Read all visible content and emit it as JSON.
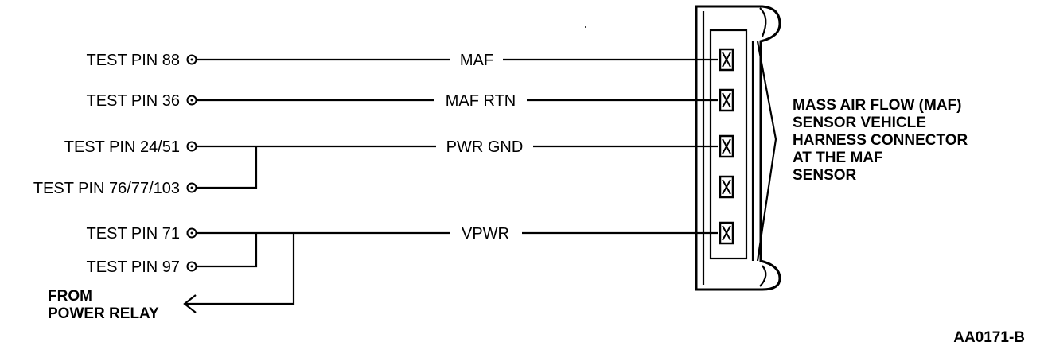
{
  "test_pins": [
    {
      "label": "TEST PIN 88"
    },
    {
      "label": "TEST PIN 36"
    },
    {
      "label": "TEST PIN 24/51"
    },
    {
      "label": "TEST PIN 76/77/103"
    },
    {
      "label": "TEST PIN 71"
    },
    {
      "label": "TEST PIN 97"
    }
  ],
  "wires": [
    {
      "label": "MAF"
    },
    {
      "label": "MAF RTN"
    },
    {
      "label": "PWR GND"
    },
    {
      "label": "VPWR"
    }
  ],
  "from_label": [
    "FROM",
    "POWER RELAY"
  ],
  "connector_label": [
    "MASS AIR FLOW (MAF)",
    "SENSOR VEHICLE",
    "HARNESS CONNECTOR",
    "AT THE MAF",
    "SENSOR"
  ],
  "figure_id": "AA0171-B"
}
